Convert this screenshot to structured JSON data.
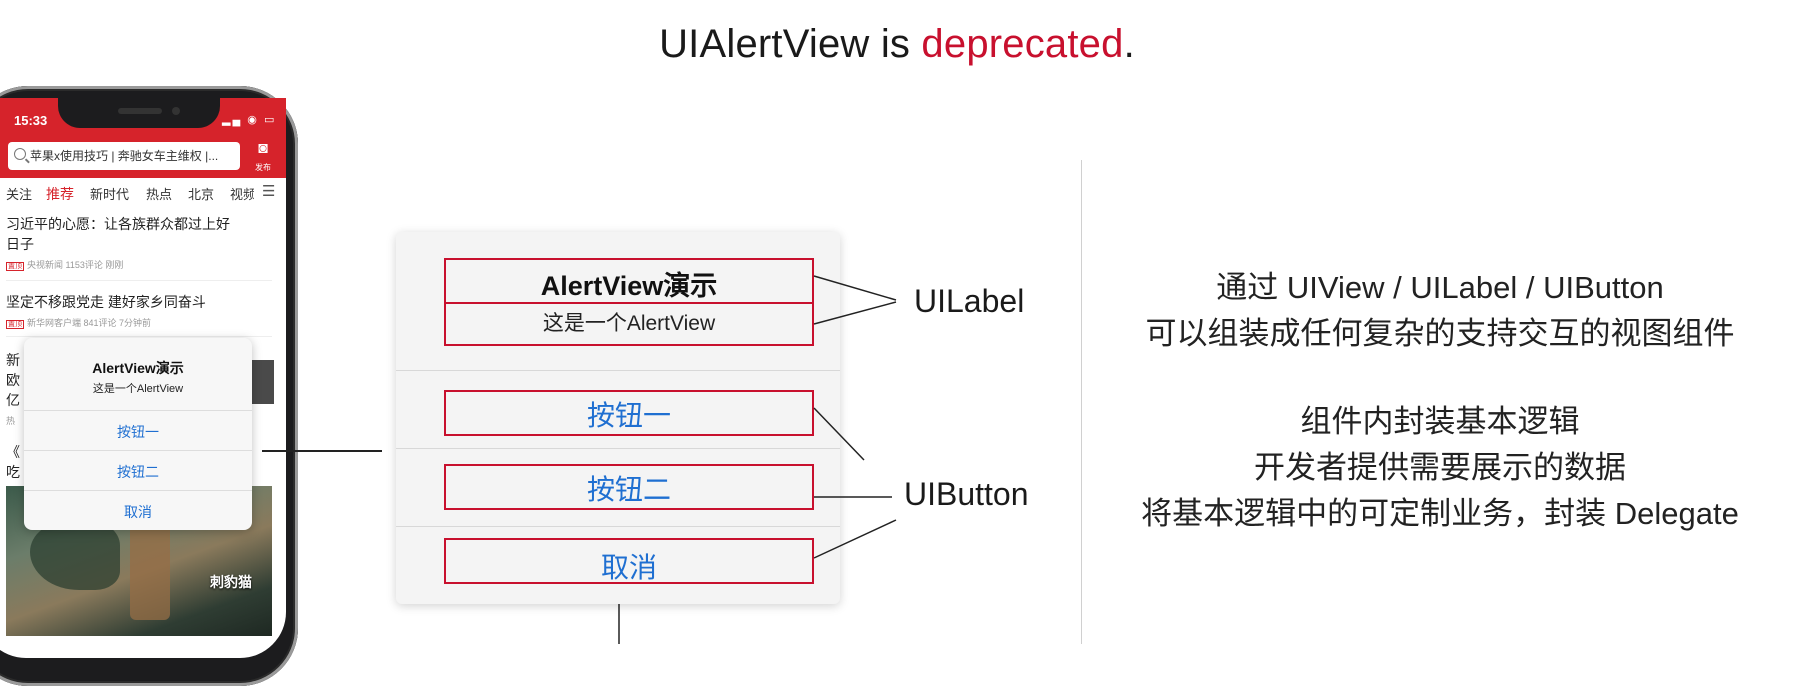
{
  "title": {
    "prefix": "UIAlertView is ",
    "accent": "deprecated",
    "suffix": "."
  },
  "colors": {
    "accent": "#c8102e",
    "brand_red": "#d6232b",
    "button_blue": "#1f6fd1"
  },
  "phone": {
    "status_time": "15:33",
    "status_icons": "▂▄ ◉ ▭",
    "search_placeholder": "苹果x使用技巧 | 奔驰女车主维权 |...",
    "camera_label": "发布",
    "tabs": [
      "关注",
      "推荐",
      "新时代",
      "热点",
      "北京",
      "视频"
    ],
    "active_tab": "推荐",
    "news": [
      {
        "title": "习近平的心愿：让各族群众都过上好日子",
        "tag": "置顶",
        "meta": "央视新闻  1153评论  刚刚"
      },
      {
        "title": "坚定不移跟党走 建好家乡同奋斗",
        "tag": "置顶",
        "meta": "新华网客户端  841评论  7分钟前"
      },
      {
        "title_fragments": [
          "新",
          "欧",
          "亿"
        ],
        "tag": "热"
      },
      {
        "title_fragments": [
          "《",
          "吃"
        ]
      }
    ],
    "image_caption": "刺豹猫",
    "mini_alert": {
      "title": "AlertView演示",
      "message": "这是一个AlertView",
      "buttons": [
        "按钮一",
        "按钮二",
        "取消"
      ]
    }
  },
  "diagram": {
    "alert_title": "AlertView演示",
    "alert_message": "这是一个AlertView",
    "buttons": [
      "按钮一",
      "按钮二",
      "取消"
    ],
    "label_callout": "UILabel",
    "button_callout": "UIButton"
  },
  "right_panel": {
    "lines_1": [
      "通过 UIView / UILabel / UIButton",
      "可以组装成任何复杂的支持交互的视图组件"
    ],
    "lines_2": [
      "组件内封装基本逻辑",
      "开发者提供需要展示的数据",
      "将基本逻辑中的可定制业务，封装 Delegate"
    ]
  }
}
